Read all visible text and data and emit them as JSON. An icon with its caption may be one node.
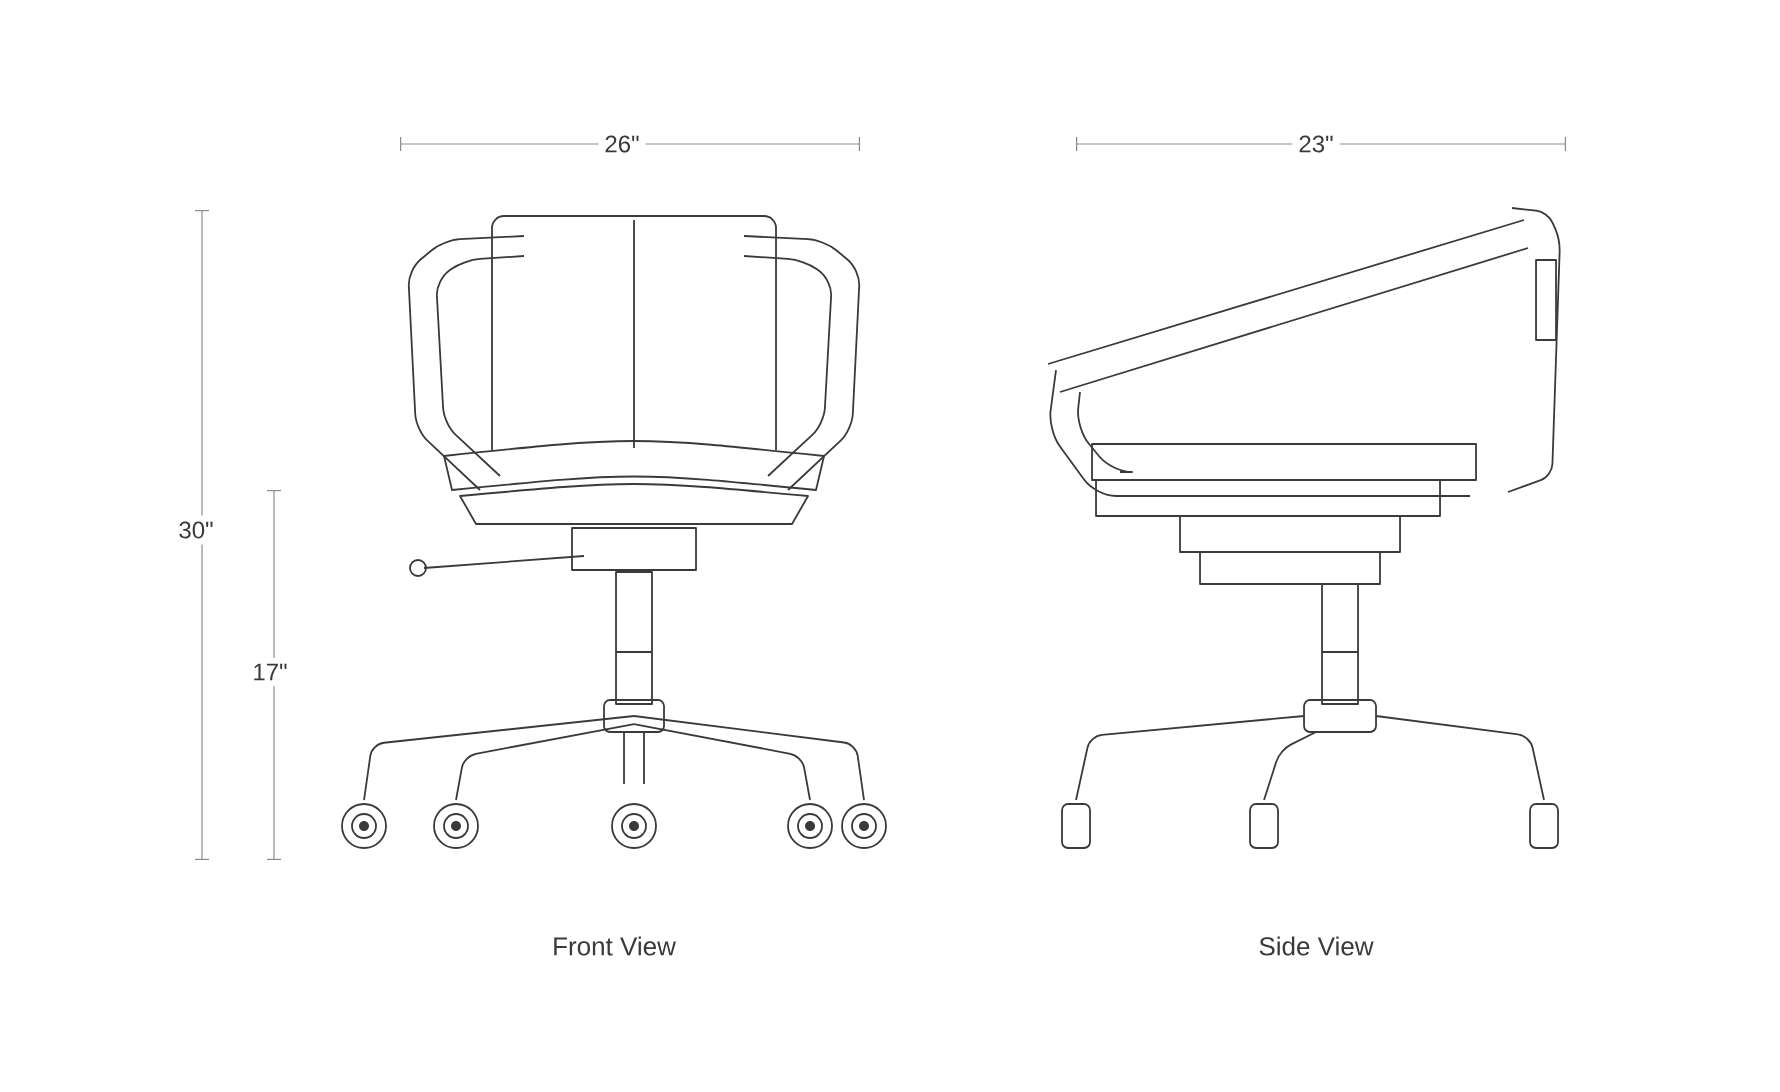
{
  "diagram": {
    "labels": [
      "26\"",
      "23\"",
      "30\"",
      "17\"",
      "Front View",
      "Side View"
    ]
  }
}
